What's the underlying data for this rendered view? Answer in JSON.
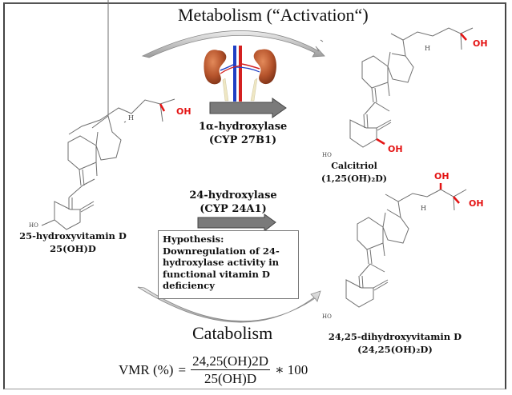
{
  "headings": {
    "metabolism": "Metabolism (“Activation“)",
    "catabolism": "Catabolism"
  },
  "enzymes": {
    "activation": {
      "line1": "1α-hydroxylase",
      "line2": "(CYP 27B1)"
    },
    "catabolic": {
      "line1": "24-hydroxylase",
      "line2": "(CYP 24A1)"
    }
  },
  "compounds": {
    "substrate": {
      "name": "25-hydroxyvitamin D",
      "abbr": "25(OH)D"
    },
    "active": {
      "name": "Calcitriol",
      "abbr": "(1,25(OH)₂D)"
    },
    "catabolite": {
      "name": "24,25-dihydroxyvitamin D",
      "abbr": "(24,25(OH)₂D)"
    }
  },
  "hypothesis": {
    "lines": [
      "Hypothesis:",
      "Downregulation of 24-",
      "hydroxylase activity in",
      "functional vitamin D",
      "deficiency"
    ]
  },
  "atom_labels": {
    "oh": "OH",
    "ho": "HO",
    "h": "H"
  },
  "formula": {
    "lhs": "VMR (%)",
    "equals": "=",
    "numerator": "24,25(OH)2D",
    "denominator": "25(OH)D",
    "multiplier": "∗ 100"
  },
  "organ_image": "kidneys-icon",
  "colors": {
    "hydroxyl": "#e41414",
    "arrow_fill": "#7a7a7a",
    "kidney": "#b5532b",
    "artery": "#d42020",
    "vein": "#1f3fc4"
  }
}
